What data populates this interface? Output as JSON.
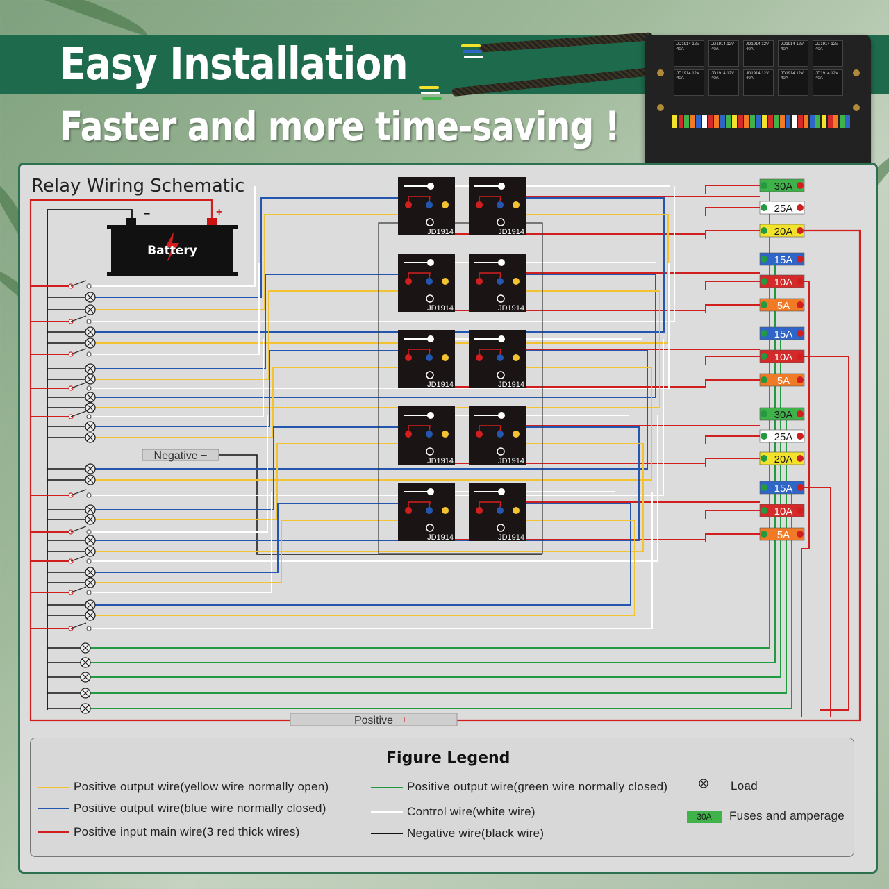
{
  "header": {
    "title": "Easy Installation",
    "subtitle": "Faster and more time-saving !"
  },
  "product": {
    "relay_label": "JD1914\n12V 40A"
  },
  "schematic": {
    "title": "Relay Wiring Schematic",
    "battery_label": "Battery",
    "battery_minus": "−",
    "battery_plus": "+",
    "negative_bar_label": "Negative −",
    "positive_bar_label": "Positive",
    "positive_bar_sign": "+",
    "relay_model": "JD1914",
    "fuses": [
      {
        "amp": "30A",
        "color": "#3fb24a",
        "text": "#1a1a1a"
      },
      {
        "amp": "25A",
        "color": "#ffffff",
        "text": "#1a1a1a"
      },
      {
        "amp": "20A",
        "color": "#f2e22c",
        "text": "#1a1a1a"
      },
      {
        "amp": "15A",
        "color": "#2f64c8",
        "text": "#ffffff"
      },
      {
        "amp": "10A",
        "color": "#d42a2a",
        "text": "#ffffff"
      },
      {
        "amp": "5A",
        "color": "#f07a26",
        "text": "#ffffff"
      },
      {
        "amp": "15A",
        "color": "#2f64c8",
        "text": "#ffffff"
      },
      {
        "amp": "10A",
        "color": "#d42a2a",
        "text": "#ffffff"
      },
      {
        "amp": "5A",
        "color": "#f07a26",
        "text": "#ffffff"
      },
      {
        "amp": "30A",
        "color": "#3fb24a",
        "text": "#1a1a1a"
      },
      {
        "amp": "25A",
        "color": "#ffffff",
        "text": "#1a1a1a"
      },
      {
        "amp": "20A",
        "color": "#f2e22c",
        "text": "#1a1a1a"
      },
      {
        "amp": "15A",
        "color": "#2f64c8",
        "text": "#ffffff"
      },
      {
        "amp": "10A",
        "color": "#d42a2a",
        "text": "#ffffff"
      },
      {
        "amp": "5A",
        "color": "#f07a26",
        "text": "#ffffff"
      }
    ]
  },
  "colors": {
    "red": "#d11f1f",
    "blue": "#2456b0",
    "yellow": "#f2c230",
    "green": "#239a3f",
    "white": "#ffffff",
    "black": "#111111",
    "banner": "#1e6a4c"
  },
  "legend": {
    "title": "Figure Legend",
    "items": [
      {
        "label": "Positive output wire(yellow wire normally open)",
        "color": "#f2c230"
      },
      {
        "label": "Positive output wire(blue wire normally closed)",
        "color": "#2456b0"
      },
      {
        "label": "Positive input main wire(3 red thick wires)",
        "color": "#d11f1f"
      },
      {
        "label": "Positive output wire(green wire normally closed)",
        "color": "#239a3f"
      },
      {
        "label": "Control wire(white wire)",
        "color": "#ffffff"
      },
      {
        "label": "Negative wire(black wire)",
        "color": "#111111"
      }
    ],
    "load_label": "Load",
    "load_icon": "load-x-circle-icon",
    "fuse_label": "Fuses and amperage",
    "fuse_sample": "30A"
  }
}
